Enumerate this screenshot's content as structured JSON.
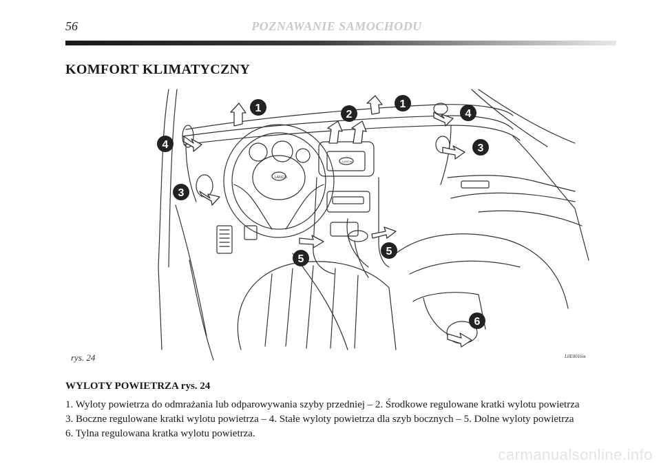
{
  "header": {
    "page_number": "56",
    "section": "POZNAWANIE SAMOCHODU"
  },
  "title": "KOMFORT KLIMATYCZNY",
  "figure": {
    "caption": "rys. 24",
    "code": "L0E0016m",
    "badge_color": "#222222",
    "badges": {
      "b1a": "1",
      "b1b": "1",
      "b2": "2",
      "b3a": "3",
      "b3b": "3",
      "b4a": "4",
      "b4b": "4",
      "b5a": "5",
      "b5b": "5",
      "b6": "6"
    },
    "logo_text": "LANCIA"
  },
  "section": {
    "heading": "WYLOTY POWIETRZA rys. 24",
    "lines": [
      "1. Wyloty powietrza do odmrażania lub odparowywania szyby przedniej – 2. Środkowe regulowane kratki wylotu powietrza",
      "3. Boczne regulowane kratki wylotu powietrza – 4. Stałe wyloty powietrza dla szyb bocznych – 5. Dolne wyloty powietrza",
      "6. Tylna regulowana kratka wylotu powietrza."
    ]
  },
  "watermark": "carmanualsonline.info"
}
